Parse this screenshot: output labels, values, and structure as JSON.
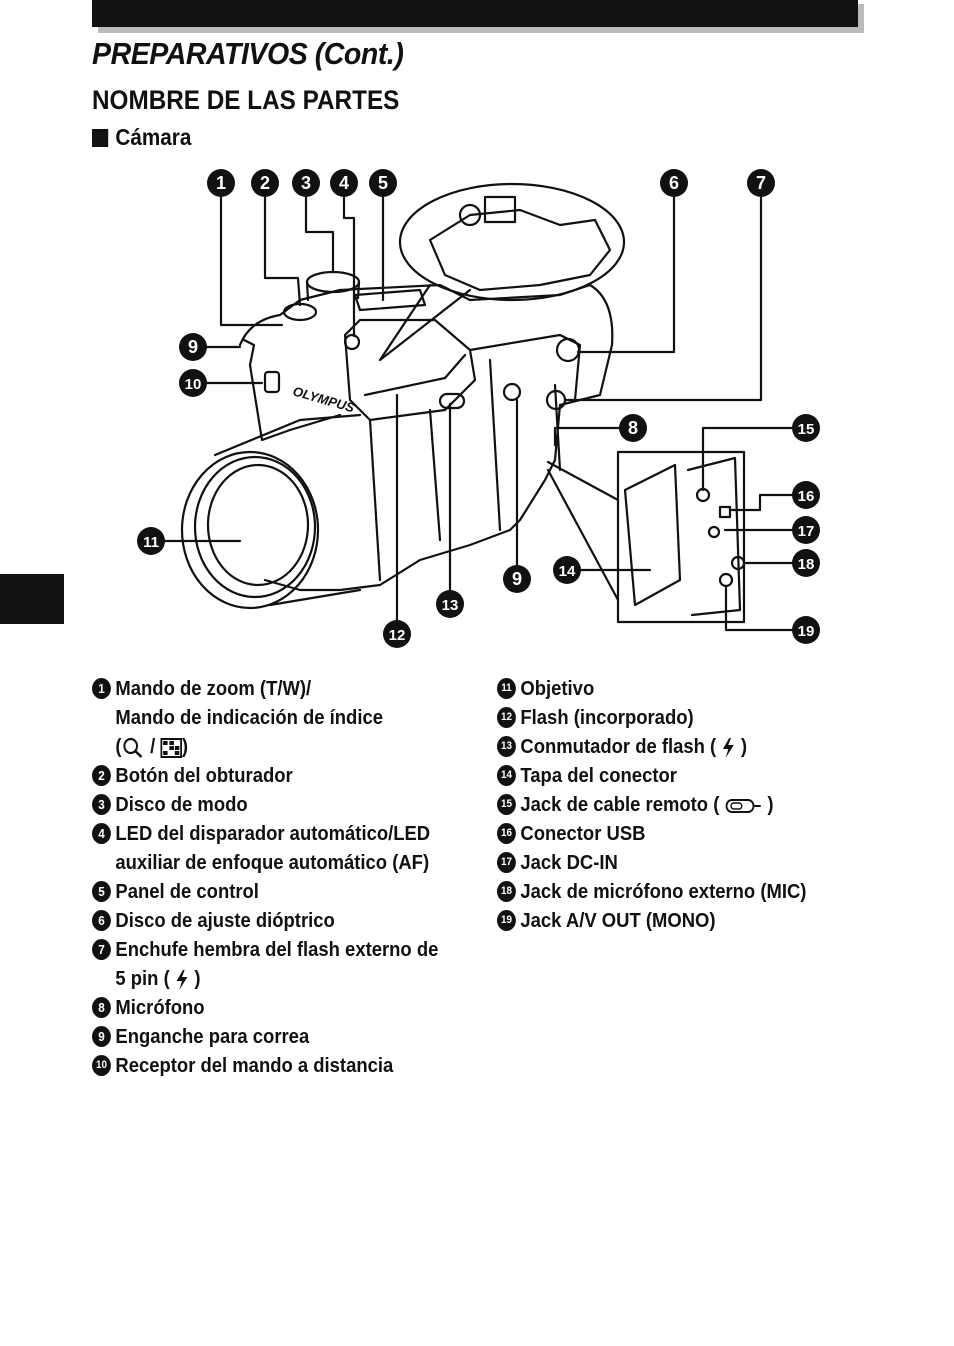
{
  "header": {
    "title": "PREPARATIVOS (Cont.)",
    "subtitle": "NOMBRE DE LAS PARTES",
    "section": "Cámara"
  },
  "diagram": {
    "callouts": [
      "1",
      "2",
      "3",
      "4",
      "5",
      "6",
      "7",
      "8",
      "9",
      "10",
      "11",
      "12",
      "13",
      "14",
      "15",
      "16",
      "17",
      "18",
      "19"
    ],
    "brand": "OLYMPUS"
  },
  "parts_left": [
    {
      "n": "1",
      "text": "Mando de zoom (T/W)/"
    },
    {
      "n": "",
      "text": "Mando de indicación de índice"
    },
    {
      "n": "",
      "text_pre": "(",
      "text_mid": "/",
      "text_post": ")"
    },
    {
      "n": "2",
      "text": "Botón del obturador"
    },
    {
      "n": "3",
      "text": "Disco de modo"
    },
    {
      "n": "4",
      "text": "LED del disparador automático/LED"
    },
    {
      "n": "",
      "text": "auxiliar de enfoque automático (AF)"
    },
    {
      "n": "5",
      "text": "Panel de control"
    },
    {
      "n": "6",
      "text": "Disco de ajuste dióptrico"
    },
    {
      "n": "7",
      "text": "Enchufe hembra del flash externo de"
    },
    {
      "n": "",
      "text_pre": "5 pin (",
      "text_post": ")"
    },
    {
      "n": "8",
      "text": "Micrófono"
    },
    {
      "n": "9",
      "text": "Enganche para correa"
    },
    {
      "n": "10",
      "text": "Receptor del mando a distancia"
    }
  ],
  "parts_right": [
    {
      "n": "11",
      "text": "Objetivo"
    },
    {
      "n": "12",
      "text": "Flash (incorporado)"
    },
    {
      "n": "13",
      "text_pre": "Conmutador de flash (",
      "text_post": ")"
    },
    {
      "n": "14",
      "text": "Tapa del conector"
    },
    {
      "n": "15",
      "text_pre": "Jack de cable remoto (",
      "text_post": ")"
    },
    {
      "n": "16",
      "text": "Conector USB"
    },
    {
      "n": "17",
      "text": "Jack DC-IN"
    },
    {
      "n": "18",
      "text": "Jack de micrófono externo (MIC)"
    },
    {
      "n": "19",
      "text": "Jack A/V OUT (MONO)"
    }
  ],
  "icons": [
    "magnify-icon",
    "index-grid-icon",
    "flash-bolt-icon",
    "remote-cable-icon"
  ]
}
